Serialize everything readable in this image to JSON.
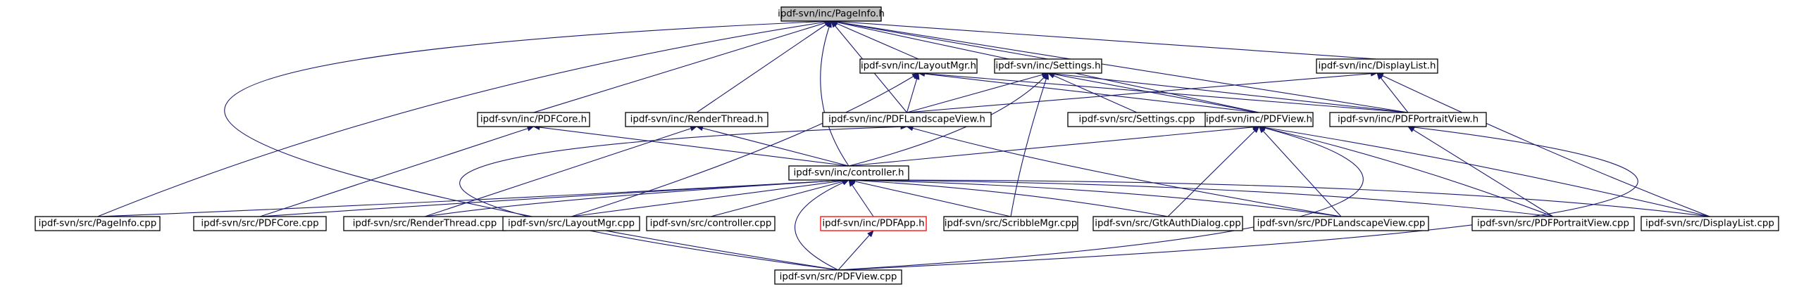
{
  "nodes": {
    "pageinfo_h": "ipdf-svn/inc/PageInfo.h",
    "layoutmgr_h": "ipdf-svn/inc/LayoutMgr.h",
    "settings_h": "ipdf-svn/inc/Settings.h",
    "displaylist_h": "ipdf-svn/inc/DisplayList.h",
    "pdfcore_h": "ipdf-svn/inc/PDFCore.h",
    "renderthread_h": "ipdf-svn/inc/RenderThread.h",
    "pdflandscapeview_h": "ipdf-svn/inc/PDFLandscapeView.h",
    "settings_cpp": "ipdf-svn/src/Settings.cpp",
    "pdfview_h": "ipdf-svn/inc/PDFView.h",
    "pdfportraitview_h": "ipdf-svn/inc/PDFPortraitView.h",
    "controller_h": "ipdf-svn/inc/controller.h",
    "pageinfo_cpp": "ipdf-svn/src/PageInfo.cpp",
    "pdfcore_cpp": "ipdf-svn/src/PDFCore.cpp",
    "renderthread_cpp": "ipdf-svn/src/RenderThread.cpp",
    "layoutmgr_cpp": "ipdf-svn/src/LayoutMgr.cpp",
    "controller_cpp": "ipdf-svn/src/controller.cpp",
    "pdfapp_h": "ipdf-svn/inc/PDFApp.h",
    "scribblemgr_cpp": "ipdf-svn/src/ScribbleMgr.cpp",
    "gtkauthdialog_cpp": "ipdf-svn/src/GtkAuthDialog.cpp",
    "pdflandscapeview_cpp": "ipdf-svn/src/PDFLandscapeView.cpp",
    "pdfportraitview_cpp": "ipdf-svn/src/PDFPortraitView.cpp",
    "displaylist_cpp": "ipdf-svn/src/DisplayList.cpp",
    "pdfview_cpp": "ipdf-svn/src/PDFView.cpp"
  },
  "colors": {
    "edge": "#191970",
    "root_fill": "#bfbfbf",
    "highlight_border": "#ff0000"
  }
}
